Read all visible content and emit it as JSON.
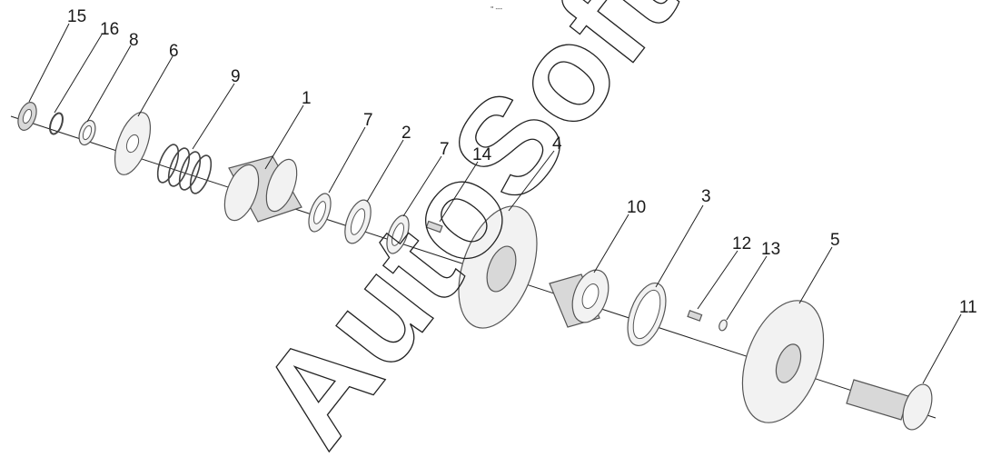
{
  "top_mark": "\" ---",
  "watermark": "AutoSoft",
  "callouts": [
    "15",
    "16",
    "8",
    "6",
    "9",
    "1",
    "7",
    "2",
    "7",
    "14",
    "4",
    "10",
    "3",
    "12",
    "13",
    "5",
    "11"
  ]
}
